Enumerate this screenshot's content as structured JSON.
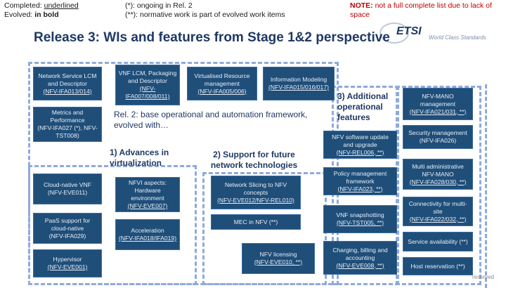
{
  "header": {
    "completed_line": "Completed:",
    "completed_word": "underlined",
    "evolved_line": "Evolved:",
    "evolved_word": "in bold",
    "ongoing_note": "(*): ongoing in Rel. 2",
    "normative_note": "(**): normative work is part of evolved work items",
    "note_label": "NOTE:",
    "note_text": "not a full complete list due to lack of space"
  },
  "title": "Release 3: WIs and features from Stage 1&2 perspective",
  "logo": {
    "text": "ETSI",
    "tagline": "World Class Standards"
  },
  "left_top_boxes": [
    {
      "name": "Network Service LCM and Descriptor",
      "ref": "(NFV-IFA013/014)"
    },
    {
      "name": "Metrics and Performance",
      "ref": "(NFV-IFA027 (*), NFV-TST008)"
    }
  ],
  "top_boxes": [
    {
      "name": "VNF LCM, Packaging and Descriptor",
      "ref": "(NFV-IFA007/008/011)"
    },
    {
      "name": "Virtualised Resource management",
      "ref": "(NFV-IFA005/006)"
    },
    {
      "name": "Information Modeling",
      "ref": "(NFV-IFA015/016/017)"
    }
  ],
  "rel2_text": "Rel. 2: base operational and automation framework, evolved with…",
  "section1_title": "1) Advances in virtualization",
  "section2_title": "2) Support for future network technologies",
  "section3_title": "3) Additional operational features",
  "virt_boxes": [
    {
      "name": "Cloud-native VNF",
      "ref": "(NFV-EVE011)"
    },
    {
      "name": "PaaS support for cloud-native",
      "ref": "(NFV-IFA029)"
    },
    {
      "name": "Hypervisor",
      "ref": "(NFV-EVE001)"
    },
    {
      "name": "NFVI aspects: Hardware environment",
      "ref": "(NFV-EVE007)"
    },
    {
      "name": "Acceleration",
      "ref": "(NFV-IFA018/IFA019)"
    }
  ],
  "future_boxes": [
    {
      "name": "Network Slicing to NFV concepts",
      "ref": "(NFV-EVE012/NFV-REL010)"
    },
    {
      "name": "MEC in NFV (**)",
      "ref": ""
    },
    {
      "name": "NFV licensing",
      "ref": "(NFV-EVE010, **)"
    }
  ],
  "ops_boxes": [
    {
      "name": "NFV software update and upgrade",
      "ref": "(NFV-REL006, **)"
    },
    {
      "name": "Policy management framework",
      "ref": "(NFV-IFA023, **)"
    },
    {
      "name": "VNF snapshotting",
      "ref": "(NFV-TST005, **)"
    },
    {
      "name": "Charging, billing and accounting",
      "ref": "(NFV-EVE008, **)"
    }
  ],
  "right_boxes": [
    {
      "name": "NFV-MANO management",
      "ref": "(NFV-IFA021/031, **)"
    },
    {
      "name": "Security management",
      "ref": "(NFV-IFA026)"
    },
    {
      "name": "Multi administrative NFV-MANO",
      "ref": "(NFV-IFA028/030, **)"
    },
    {
      "name": "Connectivity for multi-site",
      "ref": "(NFV-IFA022/032, **)"
    },
    {
      "name": "Service availability (**)",
      "ref": ""
    },
    {
      "name": "Host reservation (**)",
      "ref": ""
    }
  ],
  "footer": "reserved"
}
